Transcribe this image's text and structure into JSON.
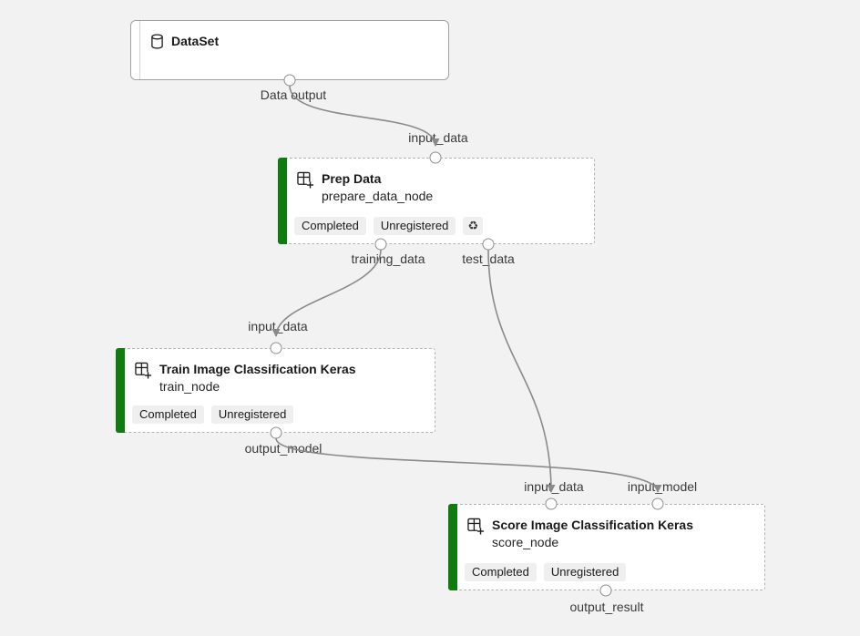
{
  "canvas": {
    "background_color": "#f3f2f2",
    "edge_color": "#8a8a8a",
    "accent_green": "#107C10",
    "badge_background": "#efefef"
  },
  "nodes": {
    "dataset": {
      "title": "DataSet",
      "icon": "database-icon"
    },
    "prep": {
      "title": "Prep Data",
      "subtitle": "prepare_data_node",
      "icon": "component-grid-icon",
      "badges": [
        "Completed",
        "Unregistered"
      ],
      "has_reuse_icon": true
    },
    "train": {
      "title": "Train Image Classification Keras",
      "subtitle": "train_node",
      "icon": "component-grid-icon",
      "badges": [
        "Completed",
        "Unregistered"
      ]
    },
    "score": {
      "title": "Score Image Classification Keras",
      "subtitle": "score_node",
      "icon": "component-grid-icon",
      "badges": [
        "Completed",
        "Unregistered"
      ]
    }
  },
  "port_labels": {
    "dataset_output": "Data output",
    "prep_input": "input_data",
    "prep_out_training": "training_data",
    "prep_out_test": "test_data",
    "train_input": "input_data",
    "train_output": "output_model",
    "score_input_data": "input_data",
    "score_input_model": "input_model",
    "score_output": "output_result"
  },
  "icons": {
    "reuse": "♻"
  },
  "edges": [
    {
      "from": "DataSet.Data output",
      "to": "prepare_data_node.input_data"
    },
    {
      "from": "prepare_data_node.training_data",
      "to": "train_node.input_data"
    },
    {
      "from": "prepare_data_node.test_data",
      "to": "score_node.input_data"
    },
    {
      "from": "train_node.output_model",
      "to": "score_node.input_model"
    }
  ]
}
